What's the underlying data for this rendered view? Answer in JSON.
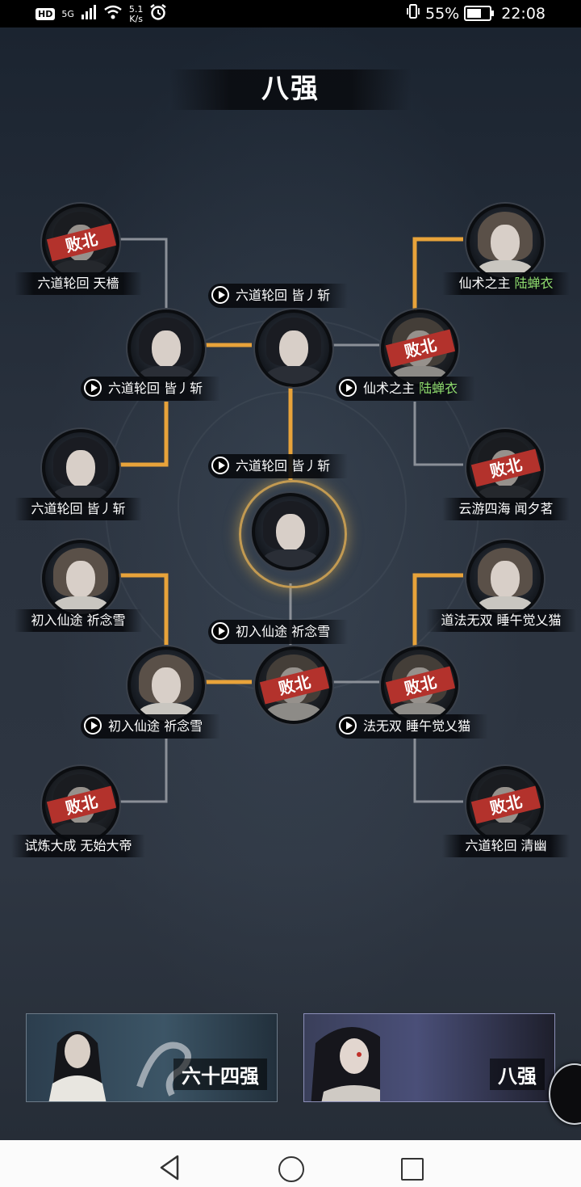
{
  "status_bar": {
    "hd": "HD",
    "network": "5G",
    "speed_value": "5.1",
    "speed_unit": "K/s",
    "battery_percent": "55%",
    "battery_level": 0.55,
    "time": "22:08"
  },
  "title": "八强",
  "defeat_label": "败北",
  "players": [
    {
      "id": "l1",
      "server": "六道轮回",
      "name": "天檣",
      "defeated": true,
      "name_color": "#ffffff"
    },
    {
      "id": "l2",
      "server": "六道轮回",
      "name": "皆丿斩",
      "defeated": false,
      "name_color": "#ffffff"
    },
    {
      "id": "l3",
      "server": "初入仙途",
      "name": "祈念雪",
      "defeated": false,
      "name_color": "#ffffff"
    },
    {
      "id": "l4",
      "server": "试炼大成",
      "name": "无始大帝",
      "defeated": true,
      "name_color": "#ffffff"
    },
    {
      "id": "r1",
      "server": "仙术之主",
      "name": "陆蝉衣",
      "defeated": false,
      "name_color": "#8fdc6e"
    },
    {
      "id": "r2",
      "server": "云游四海",
      "name": "闻夕茗",
      "defeated": true,
      "name_color": "#ffffff"
    },
    {
      "id": "r3",
      "server": "道法无双",
      "name": "睡午觉乂猫",
      "defeated": false,
      "name_color": "#ffffff"
    },
    {
      "id": "r4",
      "server": "六道轮回",
      "name": "清幽",
      "defeated": true,
      "name_color": "#ffffff"
    }
  ],
  "replays": {
    "semi_left_top": {
      "server": "六道轮回",
      "name": "皆丿斩"
    },
    "semi_right_top": {
      "server": "仙术之主",
      "name": "陆蝉衣"
    },
    "semi_left_bottom": {
      "server": "初入仙途",
      "name": "祈念雪"
    },
    "semi_right_bottom": {
      "server": "法无双",
      "name": "睡午觉乂猫"
    },
    "final_top": {
      "server": "六道轮回",
      "name": "皆丿斩"
    },
    "final_bottom": {
      "server": "初入仙途",
      "name": "祈念雪"
    },
    "champion": {
      "server": "六道轮回",
      "name": "皆丿斩"
    }
  },
  "tabs": {
    "round_64": "六十四强",
    "round_8": "八强"
  },
  "colors": {
    "winner_line": "#e8a33a",
    "loser_line": "#8b9098",
    "defeat_stamp": "#b3322c",
    "champion_ring": "#c29a52"
  }
}
